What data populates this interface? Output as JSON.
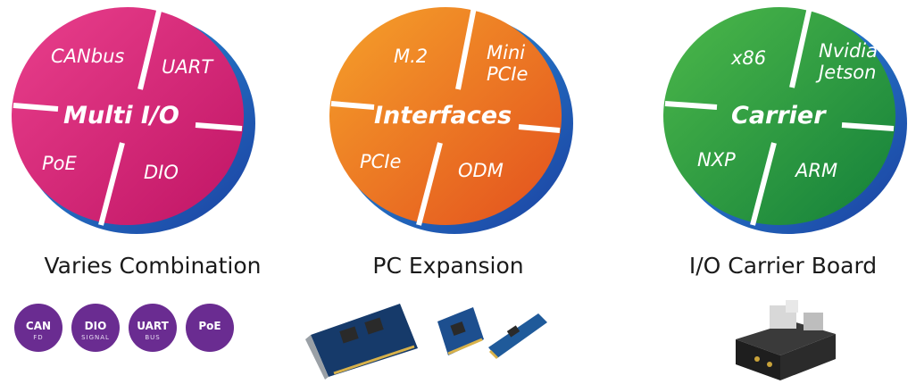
{
  "discs": [
    {
      "center_label": "Multi I/O",
      "segments": [
        "CANbus",
        "UART",
        "PoE",
        "DIO"
      ],
      "color_light": "#e93f8c",
      "color_dark": "#c01565"
    },
    {
      "center_label": "Interfaces",
      "segments": [
        "M.2",
        "Mini\nPCIe",
        "PCIe",
        "ODM"
      ],
      "color_light": "#f5a12a",
      "color_dark": "#e3501e"
    },
    {
      "center_label": "Carrier",
      "segments": [
        "x86",
        "Nvidia\nJetson",
        "NXP",
        "ARM"
      ],
      "color_light": "#4cb84a",
      "color_dark": "#14803a"
    }
  ],
  "accent_colors": {
    "rim_blue": "#1b3fa0",
    "rim_cyan": "#2a9be0",
    "icon_purple": "#6a2c91"
  },
  "captions": [
    "Varies Combination",
    "PC Expansion",
    "I/O Carrier Board"
  ],
  "icons": [
    {
      "name": "canfd-icon",
      "text": "CAN",
      "sub": "FD"
    },
    {
      "name": "dio-icon",
      "text": "DIO",
      "sub": "SIGNAL"
    },
    {
      "name": "uart-icon",
      "text": "UART",
      "sub": "BUS"
    },
    {
      "name": "poe-icon",
      "text": "PoE",
      "sub": ""
    }
  ]
}
